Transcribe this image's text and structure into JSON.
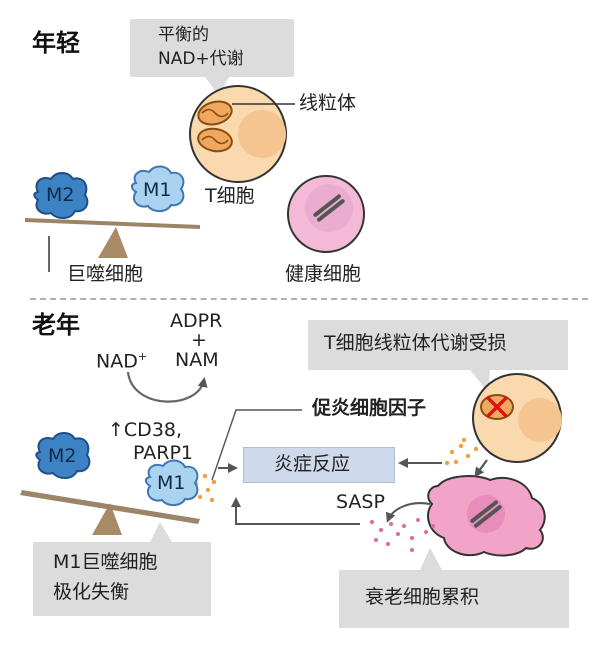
{
  "young": {
    "title": "年轻",
    "callout": [
      "平衡的",
      "NAD+代谢"
    ],
    "mitochondria_label": "线粒体",
    "tcell_label": "T细胞",
    "healthy_cell_label": "健康细胞",
    "macrophage_label": "巨噬细胞",
    "m2": "M2",
    "m1": "M1"
  },
  "old": {
    "title": "老年",
    "adpr": "ADPR",
    "plus": "+",
    "nam": "NAM",
    "nad": "NAD",
    "nad_sup": "+",
    "cd38": "↑CD38,",
    "parp1": "PARP1",
    "tcell_callout": "T细胞线粒体代谢受损",
    "cytokines": "促炎细胞因子",
    "inflammation": "炎症反应",
    "sasp": "SASP",
    "m2": "M2",
    "m1": "M1",
    "m1_callout": [
      "M1巨噬细胞",
      "极化失衡"
    ],
    "senescent_callout": "衰老细胞累积"
  }
}
